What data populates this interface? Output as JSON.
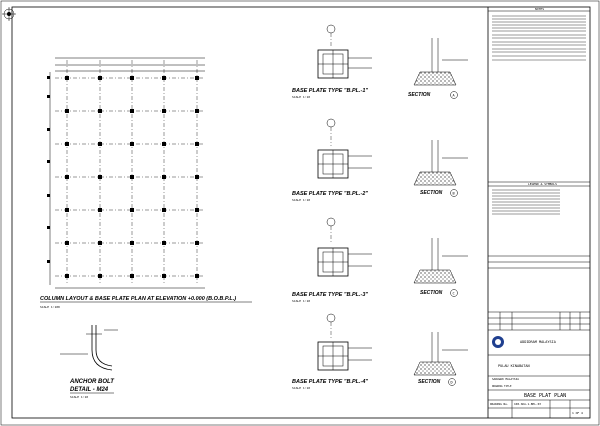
{
  "main": {
    "column_plan_title": "COLUMN LAYOUT & BASE PLATE PLAN AT ELEVATION +0.000 (B.O.B.P.L.)",
    "column_plan_scale": "SCALE 1:100",
    "anchor_bolt_title_1": "ANCHOR BOLT",
    "anchor_bolt_title_2": "DETAIL - M24",
    "anchor_bolt_scale": "SCALE 1:10",
    "base_plates": [
      {
        "title": "BASE PLATE TYPE \"B.PL.-1\"",
        "scale": "SCALE 1:10",
        "section": "SECTION",
        "section_id": "A"
      },
      {
        "title": "BASE PLATE TYPE \"B.PL.-2\"",
        "scale": "SCALE 1:10",
        "section": "SECTION",
        "section_id": "B"
      },
      {
        "title": "BASE PLATE TYPE \"B.PL.-3\"",
        "scale": "SCALE 1:10",
        "section": "SECTION",
        "section_id": "C"
      },
      {
        "title": "BASE PLATE TYPE \"B.PL.-4\"",
        "scale": "SCALE 1:10",
        "section": "SECTION",
        "section_id": "D"
      }
    ]
  },
  "title_block": {
    "notes_header": "NOTES",
    "legend_header": "LEGEND & SYMBOLS",
    "company": "PULAU KINABATAN",
    "client": "ADDIDRAM MALAYSIA",
    "drawing_title_label": "DRAWING TITLE",
    "drawing_title": "BASE PLAT PLAN",
    "project": "SARAWAK MALAYSIA",
    "drawing_no_label": "DRAWING No.",
    "drawing_no": "108-SDA-1-BPL-03",
    "sheet": "1 OF 4"
  }
}
